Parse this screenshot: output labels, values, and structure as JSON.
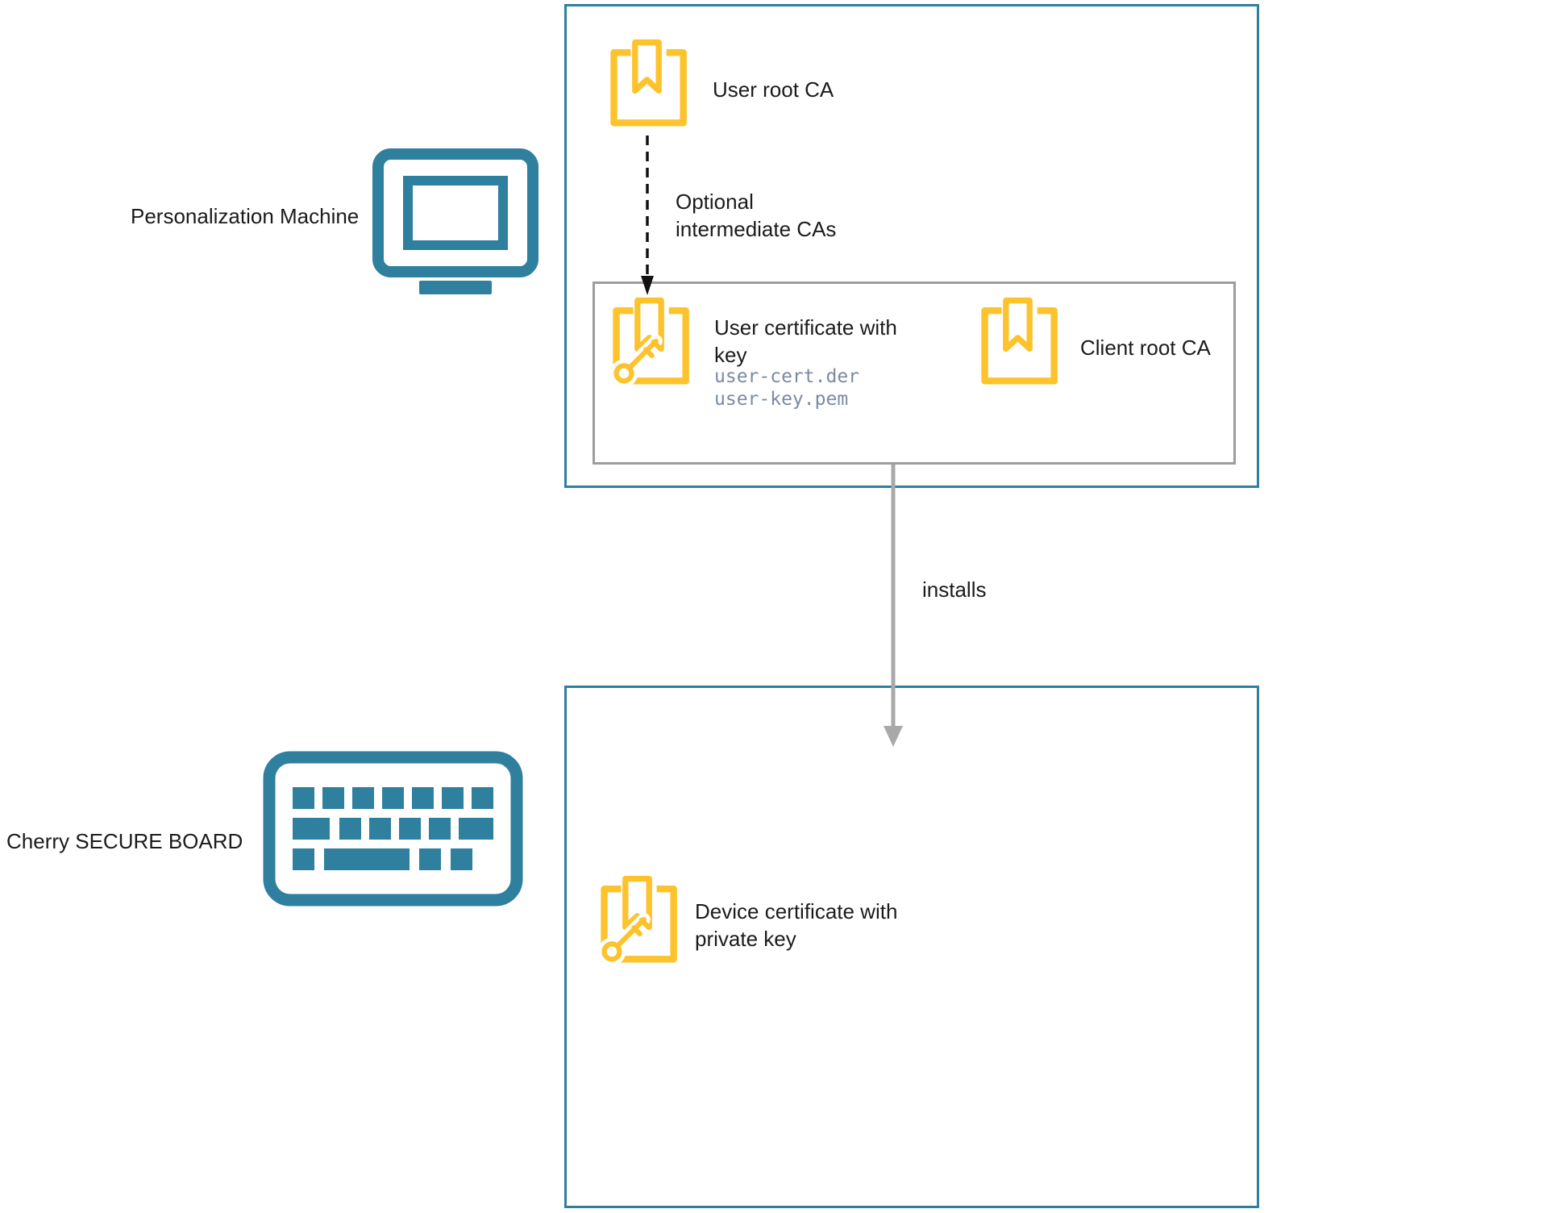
{
  "personalization_machine": {
    "label": "Personalization Machine",
    "icon": "monitor-icon"
  },
  "cherry_secure_board": {
    "label": "Cherry SECURE BOARD",
    "icon": "keyboard-icon"
  },
  "user_root_ca": {
    "label": "User root CA",
    "icon": "certificate-icon"
  },
  "intermediate_edge": {
    "label": "Optional intermediate CAs",
    "style": "dashed-black-arrow"
  },
  "user_certificate": {
    "label": "User certificate with key",
    "files": [
      "user-cert.der",
      "user-key.pem"
    ],
    "icon": "certificate-with-key-icon"
  },
  "client_root_ca": {
    "label": "Client root CA",
    "icon": "certificate-icon"
  },
  "installs_edge": {
    "label": "installs",
    "style": "solid-gray-arrow"
  },
  "device_certificate": {
    "label": "Device certificate with private key",
    "icon": "certificate-with-key-icon"
  },
  "colors": {
    "teal": "#2F7F9E",
    "yellow": "#FCC32D",
    "gray_border": "#9D9D9D",
    "gray_arrow": "#A9A9A9",
    "file_text": "#7B8AA3",
    "text": "#1B1B1B"
  }
}
